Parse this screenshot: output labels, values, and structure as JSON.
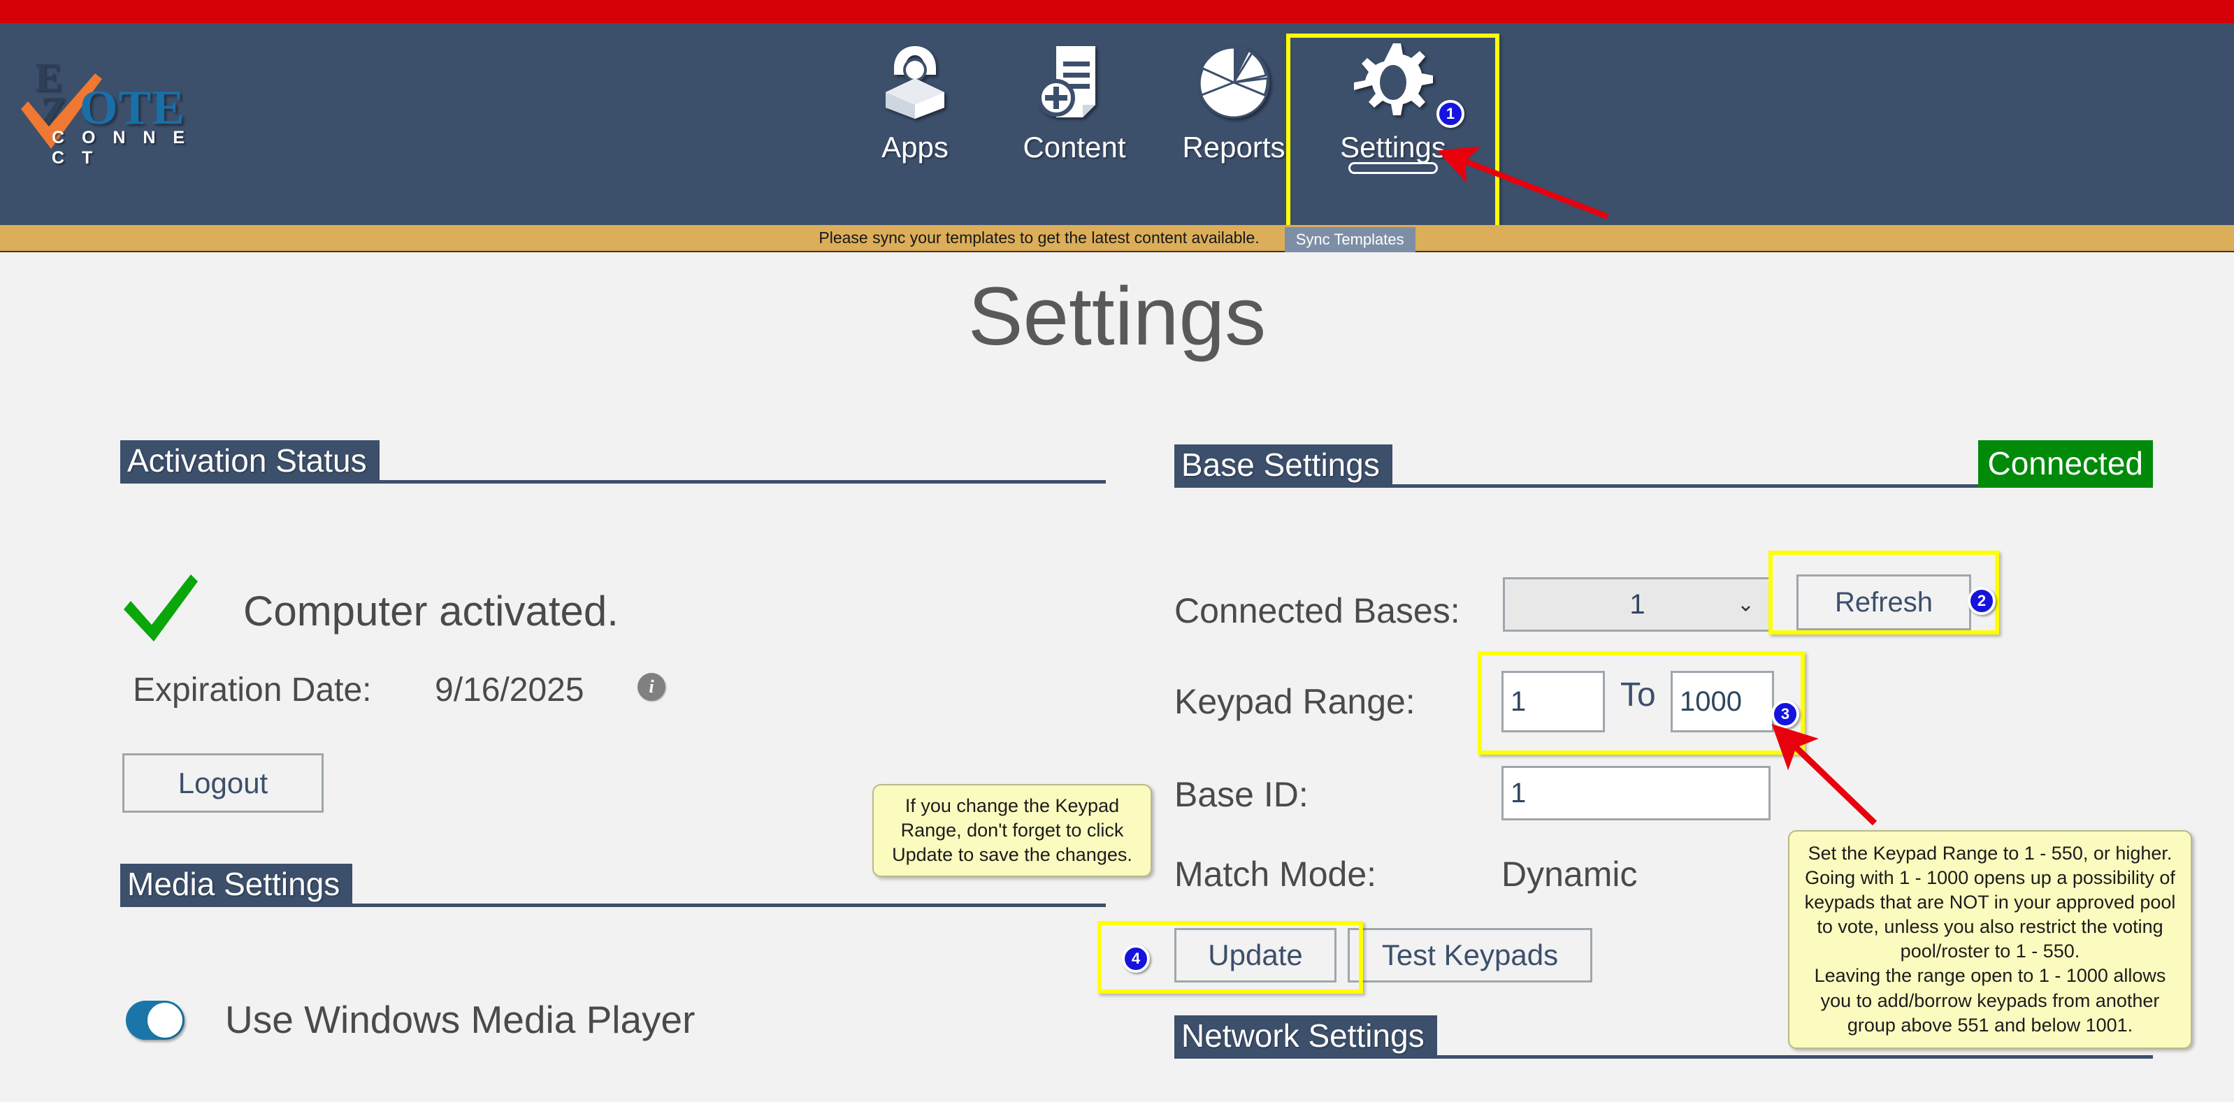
{
  "brand": {
    "logo_ez_e": "E",
    "logo_ez_z": "Z",
    "logo_vote": "OTE",
    "logo_connect": "C O N N E C T"
  },
  "nav": {
    "items": [
      {
        "label": "Apps",
        "icon": "apps-icon",
        "active": false,
        "badge": ""
      },
      {
        "label": "Content",
        "icon": "content-icon",
        "active": false,
        "badge": ""
      },
      {
        "label": "Reports",
        "icon": "reports-icon",
        "active": false,
        "badge": ""
      },
      {
        "label": "Settings",
        "icon": "gear-icon",
        "active": true,
        "badge": "1"
      }
    ]
  },
  "sync_banner": {
    "message": "Please sync your templates to get the latest content available.",
    "button_label": "Sync Templates"
  },
  "page": {
    "title": "Settings"
  },
  "activation": {
    "section_title": "Activation Status",
    "status_text": "Computer activated.",
    "expiration_label": "Expiration Date:",
    "expiration_date": "9/16/2025",
    "info_glyph": "i",
    "logout_label": "Logout"
  },
  "media": {
    "section_title": "Media Settings",
    "toggle_label": "Use Windows Media Player",
    "toggle_on": true
  },
  "base": {
    "section_title": "Base Settings",
    "connection_status": "Connected",
    "connected_bases_label": "Connected Bases:",
    "connected_bases_value": "1",
    "connected_bases_options": [
      "1"
    ],
    "refresh_label": "Refresh",
    "refresh_badge": "2",
    "keypad_range_label": "Keypad Range:",
    "keypad_range_from": "1",
    "keypad_range_to_word": "To",
    "keypad_range_to": "1000",
    "keypad_range_badge": "3",
    "base_id_label": "Base ID:",
    "base_id_value": "1",
    "match_mode_label": "Match Mode:",
    "match_mode_value": "Dynamic",
    "update_label": "Update",
    "update_badge": "4",
    "test_keypads_label": "Test Keypads"
  },
  "network": {
    "section_title": "Network Settings"
  },
  "notes": {
    "update_reminder": "If you change the Keypad Range, don't forget to click Update to save the changes.",
    "keypad_range_advice": "Set the Keypad Range to 1 - 550, or higher. Going with 1 - 1000 opens up a possibility of keypads that are NOT in your approved pool to vote, unless you also restrict the voting pool/roster to 1 - 550.\nLeaving the range open to 1 - 1000 allows you to add/borrow keypads from another group above 551 and below 1001."
  },
  "colors": {
    "red_strip": "#d60007",
    "navy": "#3c4f6b",
    "gold": "#dcae59",
    "connected_green": "#008a09",
    "highlight_yellow": "#ffff00",
    "badge_blue": "#1414dd",
    "arrow_red": "#e8000d",
    "toggle_blue": "#1a76a8",
    "note_yellow": "#fbfbc0",
    "logo_orange": "#ef7833",
    "logo_blue": "#1a6fa8"
  }
}
